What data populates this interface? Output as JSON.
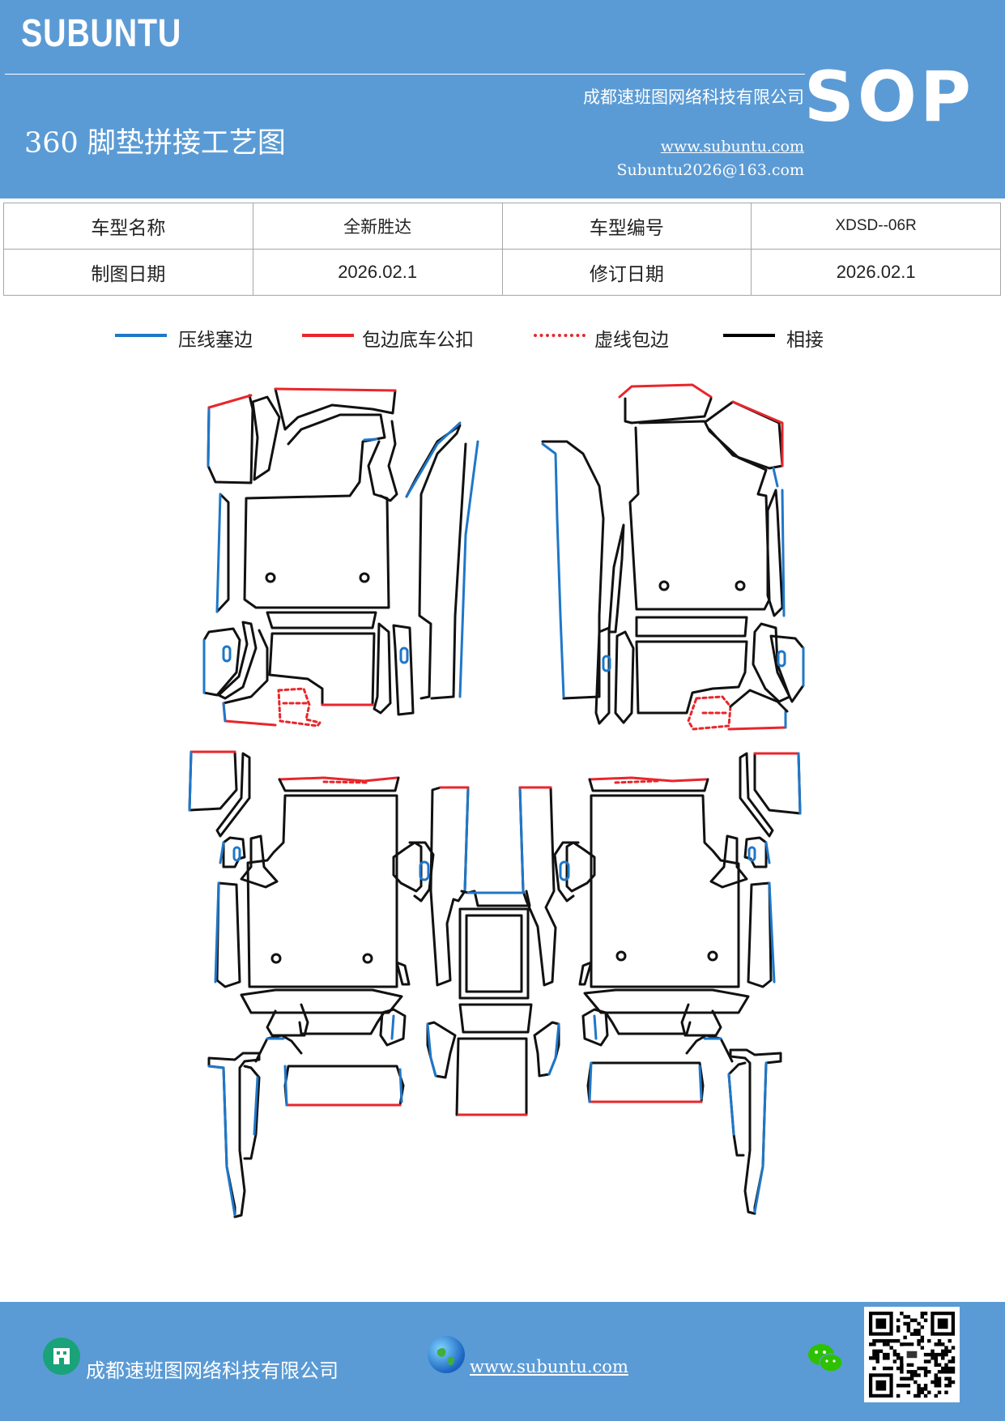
{
  "header": {
    "brand": "SUBUNTU",
    "company": "成都速班图网络科技有限公司",
    "title": "360 脚垫拼接工艺图",
    "website": "www.subuntu.com",
    "email": "Subuntu2026@163.com",
    "badge": "SOP"
  },
  "info_table": {
    "rows": [
      {
        "label1": "车型名称",
        "value1": "全新胜达",
        "label2": "车型编号",
        "value2": "XDSD--06R"
      },
      {
        "label1": "制图日期",
        "value1": "2026.02.1",
        "label2": "修订日期",
        "value2": "2026.02.1"
      }
    ]
  },
  "legend": [
    {
      "label": "压线塞边",
      "color": "#1f77c9",
      "style": "solid"
    },
    {
      "label": "包边底车公扣",
      "color": "#e8262b",
      "style": "solid"
    },
    {
      "label": "虚线包边",
      "color": "#e8262b",
      "style": "dotted"
    },
    {
      "label": "相接",
      "color": "#000000",
      "style": "solid"
    }
  ],
  "colors": {
    "header_bg": "#5b9bd5",
    "blue_edge": "#1f77c9",
    "red_edge": "#e8262b",
    "black_edge": "#111111"
  },
  "footer": {
    "company": "成都速班图网络科技有限公司",
    "website": "www.subuntu.com",
    "icons": [
      "building-icon",
      "globe-icon",
      "wechat-icon",
      "qr-code"
    ]
  }
}
